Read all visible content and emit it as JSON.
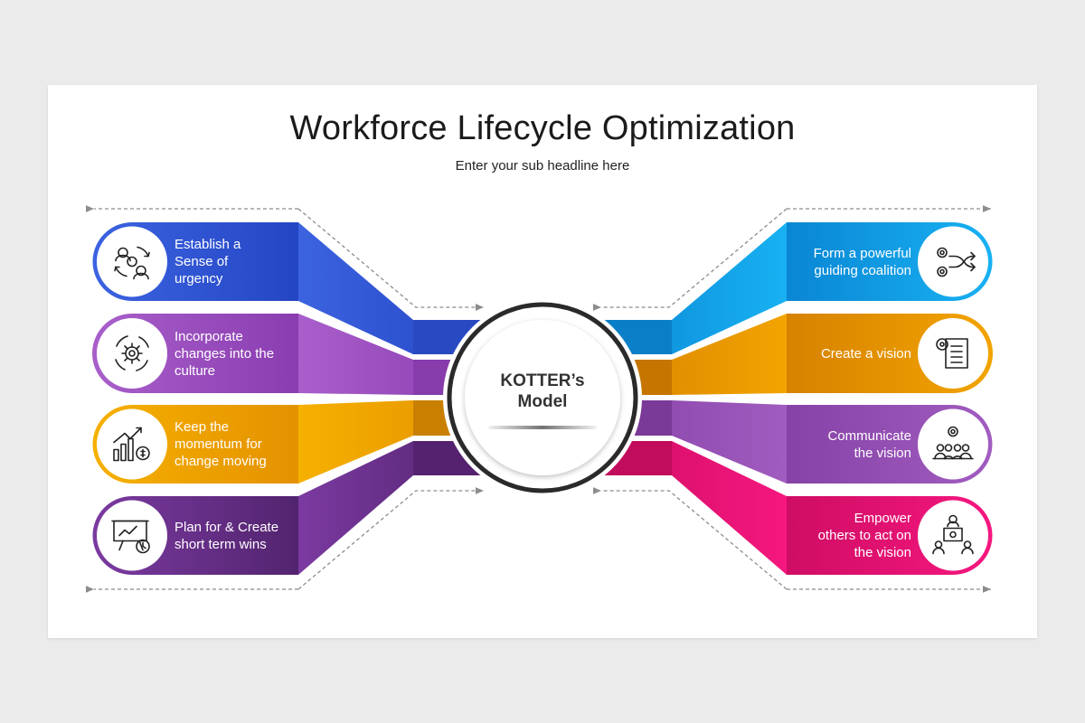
{
  "title": "Workforce Lifecycle Optimization",
  "subtitle": "Enter your sub headline here",
  "center": {
    "line1": "KOTTER’s",
    "line2": "Model"
  },
  "steps_left": [
    {
      "label": "Establish a Sense of urgency",
      "lines": [
        "Establish a",
        "Sense of",
        "urgency"
      ],
      "icon": "urgency-cycle-icon",
      "color": "#2f59d8"
    },
    {
      "label": "Incorporate changes into the culture",
      "lines": [
        "Incorporate",
        "changes into the",
        "culture"
      ],
      "icon": "gear-cycle-icon",
      "color": "#9b4bbd"
    },
    {
      "label": "Keep the momentum for change moving",
      "lines": [
        "Keep the",
        "momentum for",
        "change moving"
      ],
      "icon": "growth-chart-icon",
      "color": "#f0a000"
    },
    {
      "label": "Plan for & Create short term wins",
      "lines": [
        "Plan for & Create",
        "short term wins"
      ],
      "icon": "presentation-board-icon",
      "color": "#6a2f8e"
    }
  ],
  "steps_right": [
    {
      "label": "Form a powerful guiding coalition",
      "lines": [
        "Form a powerful",
        "guiding coalition"
      ],
      "icon": "gears-arrows-icon",
      "color": "#00a3ea"
    },
    {
      "label": "Create a vision",
      "lines": [
        "Create a vision"
      ],
      "icon": "document-gear-icon",
      "color": "#e69300"
    },
    {
      "label": "Communicate the vision",
      "lines": [
        "Communicate",
        "the vision"
      ],
      "icon": "team-gear-icon",
      "color": "#9a4fb5"
    },
    {
      "label": "Empower others to act on the vision",
      "lines": [
        "Empower",
        "others to act on",
        "the vision"
      ],
      "icon": "empower-team-icon",
      "color": "#ee1377"
    }
  ],
  "colors": {
    "blue": "#2f59d8",
    "purple": "#9b4bbd",
    "orange": "#f0a000",
    "dark_purple": "#6a2f8e",
    "cyan": "#00a3ea",
    "amber": "#e69300",
    "violet": "#9a4fb5",
    "pink": "#ee1377",
    "arrow": "#8c8c8c"
  }
}
